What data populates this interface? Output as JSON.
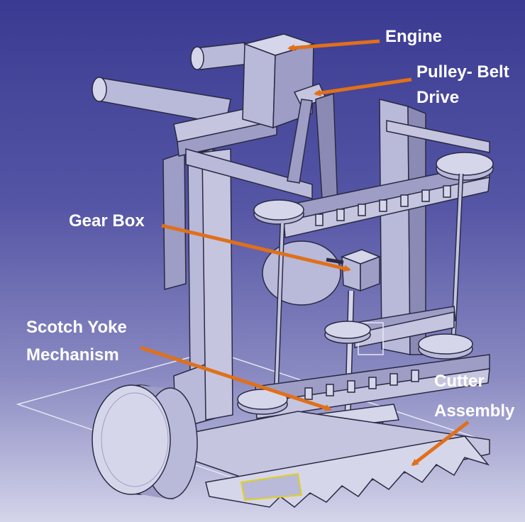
{
  "labels": {
    "engine": "Engine",
    "pulley_line1": "Pulley- Belt",
    "pulley_line2": "Drive",
    "gearbox": "Gear Box",
    "scotch_line1": "Scotch Yoke",
    "scotch_line2": "Mechanism",
    "cutter_line1": "Cutter",
    "cutter_line2": "Assembly"
  },
  "colors": {
    "arrow": "#e0701a",
    "frame": "#b9b9d9",
    "frame_dark": "#8a8ab4",
    "edge": "#2a2a44",
    "background_top": "#3a3a92",
    "background_bottom": "#d4d4ea"
  }
}
